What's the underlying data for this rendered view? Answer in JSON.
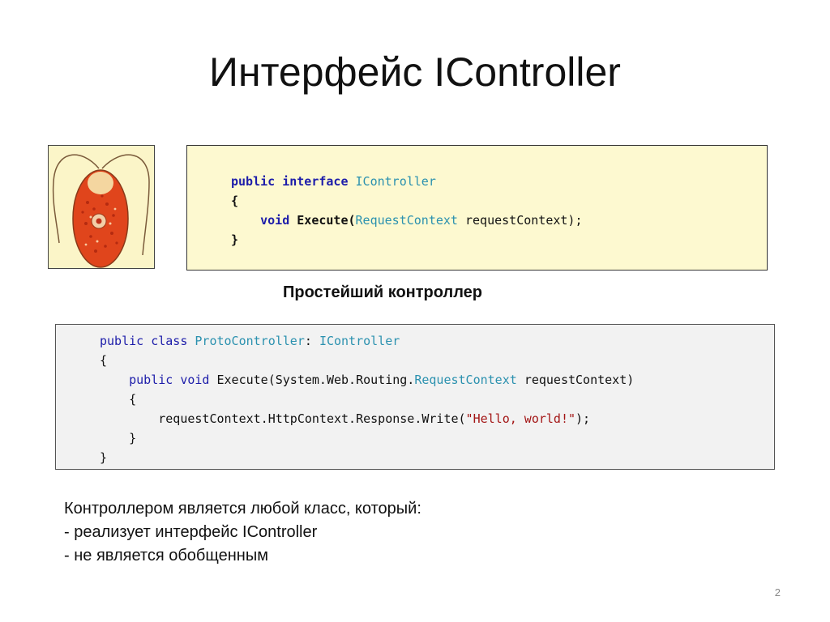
{
  "slide": {
    "title": "Интерфейс IController",
    "subtitle": "Простейший контроллер",
    "page_number": "2",
    "colors": {
      "keyword": "#1d1daa",
      "type": "#2b91af",
      "string": "#a31515",
      "yellow_box_bg": "#fdf9d0",
      "gray_box_bg": "#f2f2f2"
    }
  },
  "interface_code": {
    "line1": {
      "kw1": "public",
      "kw2": "interface",
      "type": "IController"
    },
    "line2": {
      "brace": "{"
    },
    "line3": {
      "kw": "void",
      "method": "Execute(",
      "type": "RequestContext",
      "rest": "requestContext);"
    },
    "line4": {
      "brace": "}"
    }
  },
  "class_code": {
    "line1": {
      "kw1": "public",
      "kw2": "class",
      "type1": "ProtoController",
      "colon": ":",
      "type2": "IController"
    },
    "line2": {
      "brace": "{"
    },
    "line3": {
      "kw1": "public",
      "kw2": "void",
      "pre": "Execute(System.Web.Routing.",
      "type": "RequestContext",
      "rest": "requestContext)"
    },
    "line4": {
      "brace": "{"
    },
    "line5": {
      "pre": "requestContext.HttpContext.Response.Write(",
      "str": "\"Hello, world!\"",
      "rest": ");"
    },
    "line6": {
      "brace": "}"
    },
    "line7": {
      "brace": "}"
    }
  },
  "description": {
    "line1": "Контроллером является любой класс, который:",
    "line2": "- реализует интерфейс IController",
    "line3": "- не является обобщенным"
  }
}
